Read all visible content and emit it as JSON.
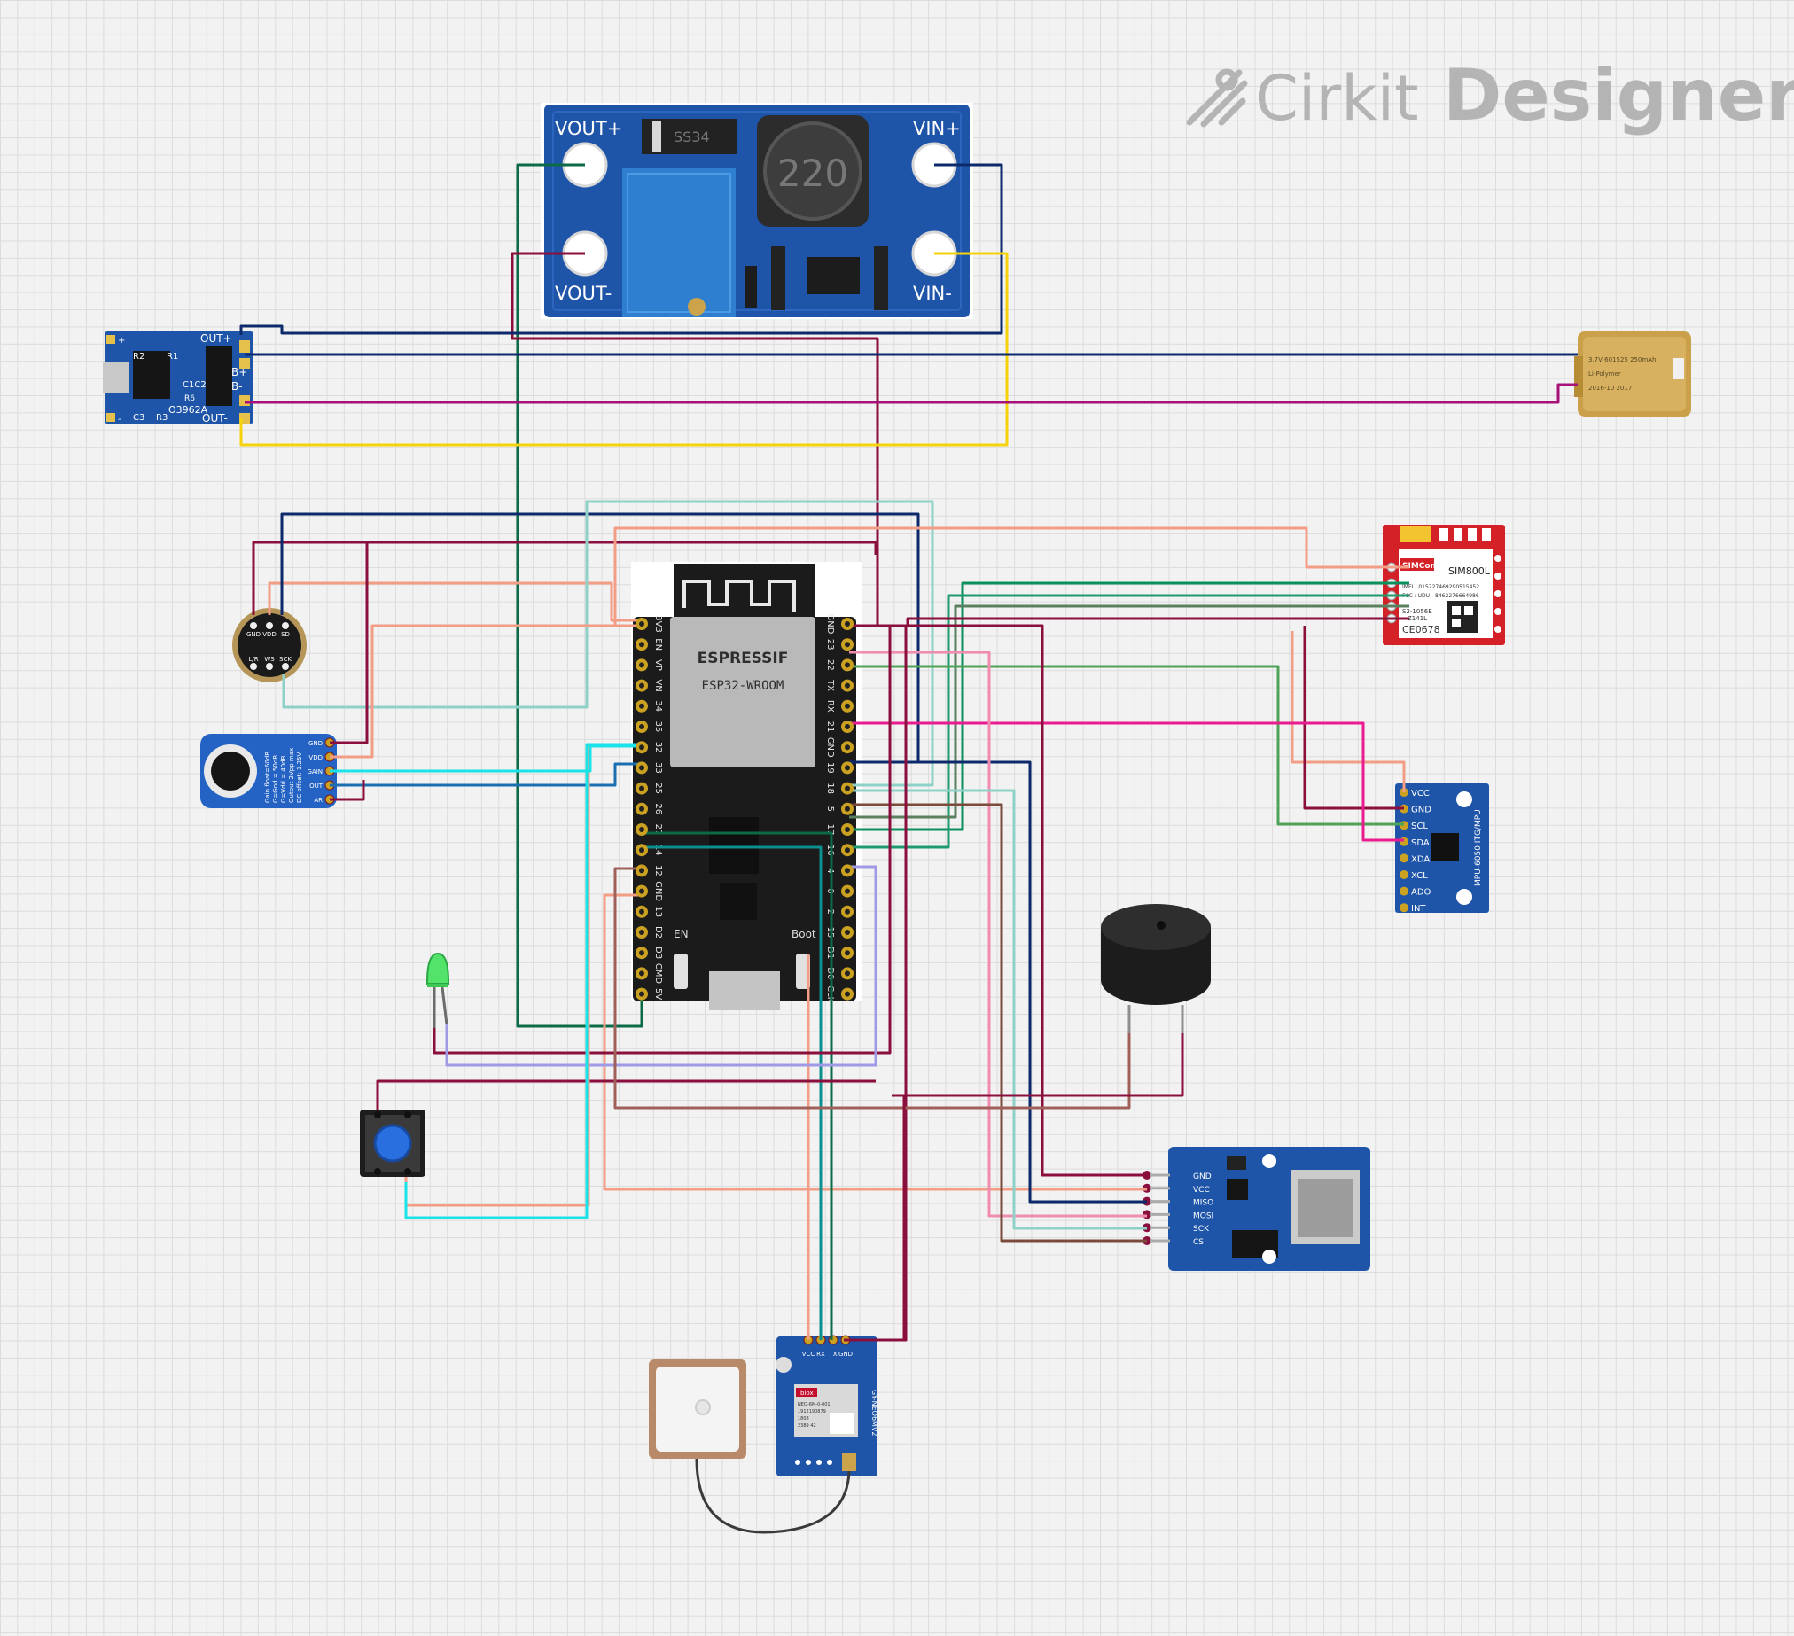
{
  "brand": {
    "name_light": "Cirkit",
    "name_bold": "Designer"
  },
  "colors": {
    "board_blue": "#1f55a8",
    "sim_red": "#d42027",
    "esp_black": "#1b1b1b",
    "wire_green_dark": "#0b6b46",
    "wire_navy": "#0c2a6b",
    "wire_maroon": "#8a0f3d",
    "wire_yellow": "#f5d20a",
    "wire_salmon": "#f39c86",
    "wire_cyan": "#19e3e8",
    "wire_teal": "#8fd1c8",
    "wire_magenta": "#ea1a8f",
    "wire_green": "#4fa356",
    "wire_brown": "#7a4a3a",
    "wire_lavender": "#a09ae6",
    "wire_pink": "#f08cb0",
    "wire_blue": "#1b6fb0"
  },
  "boost_converter": {
    "vout_plus": "VOUT+",
    "vout_minus": "VOUT-",
    "vin_plus": "VIN+",
    "vin_minus": "VIN-",
    "inductor": "220",
    "diode": "SS34"
  },
  "charger": {
    "out_plus": "OUT+",
    "b_plus": "B+",
    "b_minus": "B-",
    "out_minus": "OUT-",
    "chip": "O3962A",
    "r2": "R2",
    "r1": "R1",
    "c1c2": "C1C2",
    "r3": "R3",
    "c3": "C3",
    "r6": "R6",
    "plus": "+",
    "minus": "-"
  },
  "battery": {
    "line1": "3.7V 601525 250mAh",
    "line2": "Li-Polymer",
    "line3": "2016-10  2017"
  },
  "esp32": {
    "brand": "ESPRESSIF",
    "module": "ESP32-WROOM",
    "en": "EN",
    "boot": "Boot",
    "left_pins": [
      "3V3",
      "EN",
      "VP",
      "VN",
      "34",
      "35",
      "32",
      "33",
      "25",
      "26",
      "27",
      "14",
      "12",
      "GND",
      "13",
      "D2",
      "D3",
      "CMD",
      "5V"
    ],
    "right_pins": [
      "GND",
      "23",
      "22",
      "TX",
      "RX",
      "21",
      "GND",
      "19",
      "18",
      "5",
      "17",
      "16",
      "4",
      "0",
      "2",
      "15",
      "D1",
      "D0",
      "CLK"
    ]
  },
  "sim800l": {
    "brand": "SIMCom",
    "model": "SIM800L",
    "imei": "IMEI : 015727469290515452",
    "fcc": "FCC : UDU - 8462276664986",
    "code": "S2-1056E",
    "sub": "Z141L",
    "ce": "CE0678"
  },
  "mpu6050": {
    "pins": [
      "VCC",
      "GND",
      "SCL",
      "SDA",
      "XDA",
      "XCL",
      "ADO",
      "INT"
    ],
    "label": "MPU-6050 ITG/MPU"
  },
  "i2s_mic": {
    "top": [
      "GND",
      "VDD",
      "SD"
    ],
    "bottom": [
      "L/R",
      "WS",
      "SCK"
    ]
  },
  "mic_amp": {
    "pins": [
      "GND",
      "VDD",
      "GAIN",
      "OUT",
      "AR"
    ],
    "notes": [
      "Gain float=60dB",
      "G=Gnd = 50dB",
      "G=Vdd = 40dB",
      "Output 2Vpp max",
      "DC offset: 1.25V"
    ]
  },
  "sd_module": {
    "pins": [
      "GND",
      "VCC",
      "MISO",
      "MOSI",
      "SCK",
      "CS"
    ]
  },
  "gps": {
    "pins": [
      "VCC",
      "RX",
      "TX",
      "GND"
    ],
    "board": "GY-NEO6MV2",
    "chip_brand": "blox",
    "chip_model": "NEO-6M-0-001",
    "chip_lines": [
      "1912190879",
      "1808",
      "2389 42"
    ]
  }
}
